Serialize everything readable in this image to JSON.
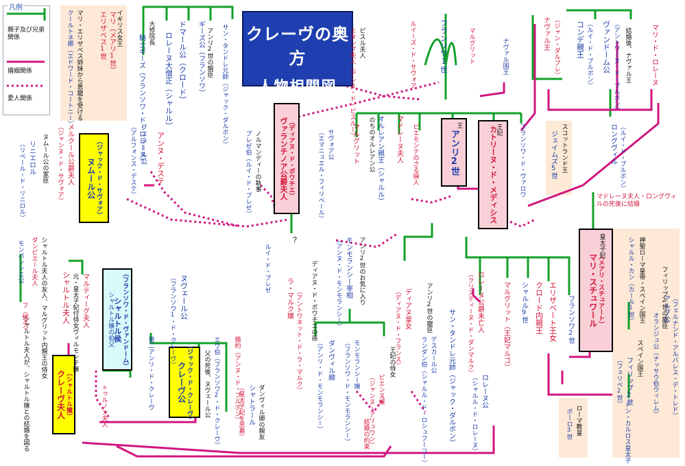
{
  "title": {
    "line1": "クレーヴの奥方",
    "line2": "人物相関図"
  },
  "colors": {
    "kin": "#11a028",
    "marriage": "#d0157f",
    "lover": "#d0157f",
    "title_bg": "#1f3fb0",
    "pink_box": "#f9d0d8",
    "yellow_box": "#ffff00",
    "cyan_box": "#d8fafb",
    "peach": "#fde9d6"
  },
  "legend": {
    "header": "凡例",
    "kin": "親子及び兄弟関係",
    "marriage": "婚姻関係",
    "lover": "愛人関係"
  },
  "boxes": {
    "valentinois": "ヴァランチノア公爵夫人",
    "valentinois_sub": "（ディアヌ・ド・ポワチエ）",
    "henri_role": "王",
    "henri": "アンリ2世",
    "catherine_role": "王妃",
    "catherine": "カトリーヌ・ド・メディシス",
    "nemours": "ヌムール公",
    "nemours_sub": "（ジャック・ド・サヴォア）",
    "chartres_vidame": "シャルトル侯",
    "chartres_vidame_sub": "（フランソワ・ド・ヴァンドーム）",
    "chartres_vidame_note": "シャルトル嬢の伯父",
    "cleves": "クレーヴ公",
    "cleves_sub": "（ジャック・ド・クレーヴ）",
    "princesse": "クレーヴ夫人",
    "princesse_sub": "（シャルトル嬢）",
    "reine_dauphine_role": "皇太子妃",
    "reine_dauphine": "マリ・スチュワール",
    "reine_dauphine_sub": "（メアリ・スチュアート）"
  },
  "people": {
    "elizabeth_note": "イギリス女王",
    "elizabeth": "エリザベス1世",
    "mary_tudor": "マリ（メアリ1世）",
    "mary_note": "マリ・エリザベス姉妹から恩寵を受ける",
    "courtenay": "クールトネ卿（エドワード・コートニー）",
    "grand_prieur_note": "大修院長",
    "grand_prieur": "騎士ギーズ（フランソワ・ド・ロレーヌ）",
    "cardinal_lorraine": "ロレーヌ大僧正（シャルル）",
    "duc_aumale": "ドマール公（クロード）",
    "guise": "ギーズ公（フランソワ）",
    "guise_note": "アンリ2世の親臣",
    "saint_andre": "サン・タンドレ元帥（ジャック・ダルボン）",
    "diane_lover_note": "ピスル夫人",
    "diane_lover": "エタンプ夫人（アンヌ・ド・ピスルー）",
    "francois1": "フランソワ1世",
    "louise": "ルイーズ・ド・サヴォア",
    "marguerite_navarre": "マルグリット",
    "navarre_king": "ナヴァル国王",
    "navarre_king2": "ナヴァル王",
    "navarre_king2_sub": "（ジャン・ダルブレ）",
    "conde": "コンデ親王",
    "conde_sub": "（ルイ・ド・ブルボン）",
    "vendome": "ヴァンドーム公",
    "vendome_sub": "（アントワーヌ・ド・ブルボン）",
    "vendome_note": "結婚後、ナヴァル王",
    "marie_lorraine": "マリ・ド・ロレーヌ",
    "longueville": "ロングヴィル",
    "longueville_sub": "（ルイ・ド・ブルボン）",
    "scotland_king_role": "スコットランド王",
    "scotland_king": "ジェイムズ5世",
    "madeleine_note": "マドレーヌ夫人・ロングヴィルの死後に結婚",
    "savoie_duc": "サヴォア公",
    "savoie_duc_sub": "（エマニュエル・フィリベール）",
    "marguerite": "マルグリット",
    "orleans": "オルレアン親王（シャルル）",
    "orleans_sub": "のちのオルレアン公",
    "madeleine": "マドレーヌ夫人",
    "piemont": "ピエモンテのさる婦人",
    "francois_valois": "フランソワ・ド・ヴァロワ",
    "anne_este": "アンヌ・デステ",
    "ferrare": "フェラール公",
    "ferrare_sub": "（アルフォンス・デステ）",
    "mercoeur": "メルクール公爵夫人",
    "mercoeur_sub": "（ジャンヌ・ド・サヴォア）",
    "nemours_mother": "ヌムール公の家臣",
    "lignerolles": "リニエロル",
    "lignerolles_sub": "（リベール・ド・リニロル）",
    "montpensier": "モンパンシエ公",
    "diane_daughter_note": "ディアヌ・ド・ポワチエの孫",
    "louis_breze": "ルイ・ド・ブレゼ",
    "louis_breze2": "ブレゼ伯（ルイ・ド・ブレゼ）",
    "normandie": "ノルマンディーの執事",
    "la_marck": "ラ・マルク嬢",
    "la_marck_sub": "（アントワネット・ド・ラ・マルク）",
    "montmorency": "モンモランシー宰相",
    "montmorency_sub": "（アンヌ・ド・モンモランシー）",
    "montmorency_note": "アンリ2世のお気に入り",
    "danville": "ダンヴィル卿",
    "danville_sub": "（アンリ・ド・モンモランシー）",
    "montmorency_jr": "モンモランシー嬢",
    "montmorency_jr_sub": "（フランソワ・ド・モンモランシー）",
    "betrothal": "結婚の約束",
    "diane_france": "ディアヌ皇女",
    "diane_france_sub": "（ディアヌ・ド・フランス）",
    "piennes": "ピエンヌ嬢",
    "piennes_sub": "（ジャンヌ・アリュワン）",
    "piennes_note": "王妃の侍女",
    "chatelart": "シャトラール",
    "chatelart_note": "ダンヴィル卿の親友",
    "chatelart_sub": "（皇太子妃を思慕）",
    "henri2_minister_note": "アンリ2世の寵臣",
    "descars": "デスカール公",
    "desar_sub": "ランダン伯（シャルル・ド・ロシュフーコー）",
    "lorraine_duc": "ロレーヌ公",
    "lorraine_duc_sub": "（シャルル・ド・ロレーヌ）",
    "lorraine_duchess": "ロレーヌ公爵未亡人",
    "lorraine_duchess_sub": "（クリスティーヌ・ド・ダンマルク）",
    "marguerite_valois": "マルグリット（王妃マルゴ）",
    "charles9": "シャルル9世",
    "claude": "クロード内親王",
    "elisabeth": "エリザベート王女",
    "francois2": "フランソワ2世",
    "nevers": "ヌヴェール公",
    "nevers_sub": "（フランソワ1・ド・クレーヴ）",
    "cleves_father": "第二アンリ・ド・クレーヴ",
    "cleves_brother": "エウ伯（フランソワ2・ド・クレーヴ）",
    "cleves_brother_note": "父の死後、ヌヴェール公",
    "martigues": "マルティーグ夫人",
    "martigues_note": "元・皇太子妃付侍女ヴィルモンテ嬢",
    "chartres_madam": "シャルトル夫人",
    "chartres_madam_note": "シャルトル夫人の友人、マルグリット内親王の侍女",
    "dampierre": "ダンピエール夫人",
    "tournon": "トゥルノン夫人",
    "tournon_note": "シャルトル夫人が、シャルトル嬢との結婚を図る",
    "chartres_cousin": "フ（甥子）",
    "prince_lorraine": "婚約（アンヌ・ド・ブルボン）",
    "prince_lorraine_sub": "",
    "philippe": "フィリップ2世",
    "philippe_sub": "（フェリペ2世）",
    "spain_note": "スペイン国王",
    "charles5_note": "神聖ローマ皇帝・スペイン国王",
    "charles5": "シャルル・カン（カール5世）",
    "don_carlos": "ドン・カルロス皇太子",
    "alba": "アルブ公",
    "alba_sub": "（フェルナンド・アルバレス・デ・トレド）",
    "orange": "オランジュ公（ナッサウ伯ウィレム）",
    "philip_minister_note": "フィリップ2世の寵臣",
    "rome_note": "ローマ教皇",
    "pope": "ポーロ3世",
    "question": "？"
  }
}
